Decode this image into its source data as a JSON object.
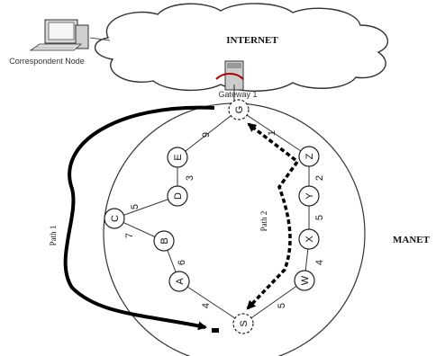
{
  "diagram": {
    "internet_label": "INTERNET",
    "correspondent_label": "Correspondent Node",
    "gateway_label": "Gateway 1",
    "manet_label": "MANET",
    "path1_label": "Path 1",
    "path2_label": "Path 2"
  },
  "nodes": [
    {
      "id": "G",
      "label": "G"
    },
    {
      "id": "E",
      "label": "E"
    },
    {
      "id": "D",
      "label": "D"
    },
    {
      "id": "C",
      "label": "C"
    },
    {
      "id": "B",
      "label": "B"
    },
    {
      "id": "A",
      "label": "A"
    },
    {
      "id": "S",
      "label": "S"
    },
    {
      "id": "Z",
      "label": "Z"
    },
    {
      "id": "Y",
      "label": "Y"
    },
    {
      "id": "X",
      "label": "X"
    },
    {
      "id": "W",
      "label": "W"
    }
  ],
  "links": [
    {
      "from": "G",
      "to": "E",
      "weight": "9"
    },
    {
      "from": "E",
      "to": "D",
      "weight": "3"
    },
    {
      "from": "D",
      "to": "C",
      "weight": "5"
    },
    {
      "from": "C",
      "to": "B",
      "weight": "7"
    },
    {
      "from": "B",
      "to": "A",
      "weight": "6"
    },
    {
      "from": "A",
      "to": "S",
      "weight": "4"
    },
    {
      "from": "G",
      "to": "Z",
      "weight": "1"
    },
    {
      "from": "Z",
      "to": "Y",
      "weight": "2"
    },
    {
      "from": "Y",
      "to": "X",
      "weight": "5"
    },
    {
      "from": "X",
      "to": "W",
      "weight": "4"
    },
    {
      "from": "W",
      "to": "S",
      "weight": "5"
    }
  ]
}
